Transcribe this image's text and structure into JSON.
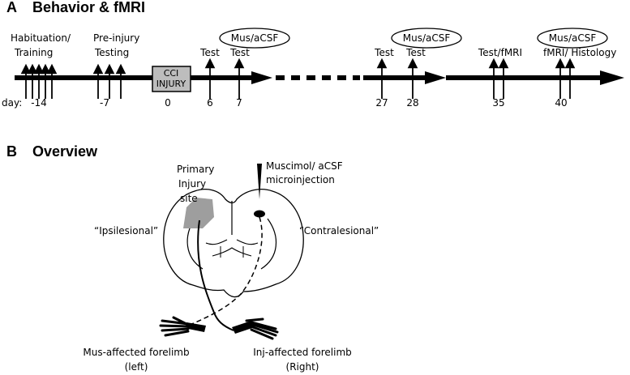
{
  "panel_a": {
    "letter": "A",
    "title": "Behavior & fMRI",
    "labels": {
      "habituation": "Habituation/",
      "training": "Training",
      "preinjury": "Pre-injury",
      "testing": "Testing",
      "test6": "Test",
      "test7": "Test",
      "test27": "Test",
      "test28": "Test",
      "test35": "Test/fMRI",
      "fmri40": "fMRI/ Histology",
      "injury_line1": "CCI",
      "injury_line2": "INJURY"
    },
    "ovals": [
      "Mus/aCSF",
      "Mus/aCSF",
      "Mus/aCSF"
    ],
    "day_prefix": "day:",
    "days": [
      "-14",
      "-7",
      "0",
      "6",
      "7",
      "27",
      "28",
      "35",
      "40"
    ]
  },
  "panel_b": {
    "letter": "B",
    "title": "Overview",
    "primary_injury": [
      "Primary",
      "Injury",
      "site"
    ],
    "microinjection": [
      "Muscimol/ aCSF",
      "microinjection"
    ],
    "ipsilesional": "“Ipsilesional”",
    "contralesional": "“Contralesional”",
    "mus_forelimb": [
      "Mus-affected forelimb",
      "(left)"
    ],
    "inj_forelimb": [
      "Inj-affected forelimb",
      "(Right)"
    ],
    "colors": {
      "injury_fill": "#9e9e9e",
      "box_fill": "#bdbdbd"
    }
  }
}
